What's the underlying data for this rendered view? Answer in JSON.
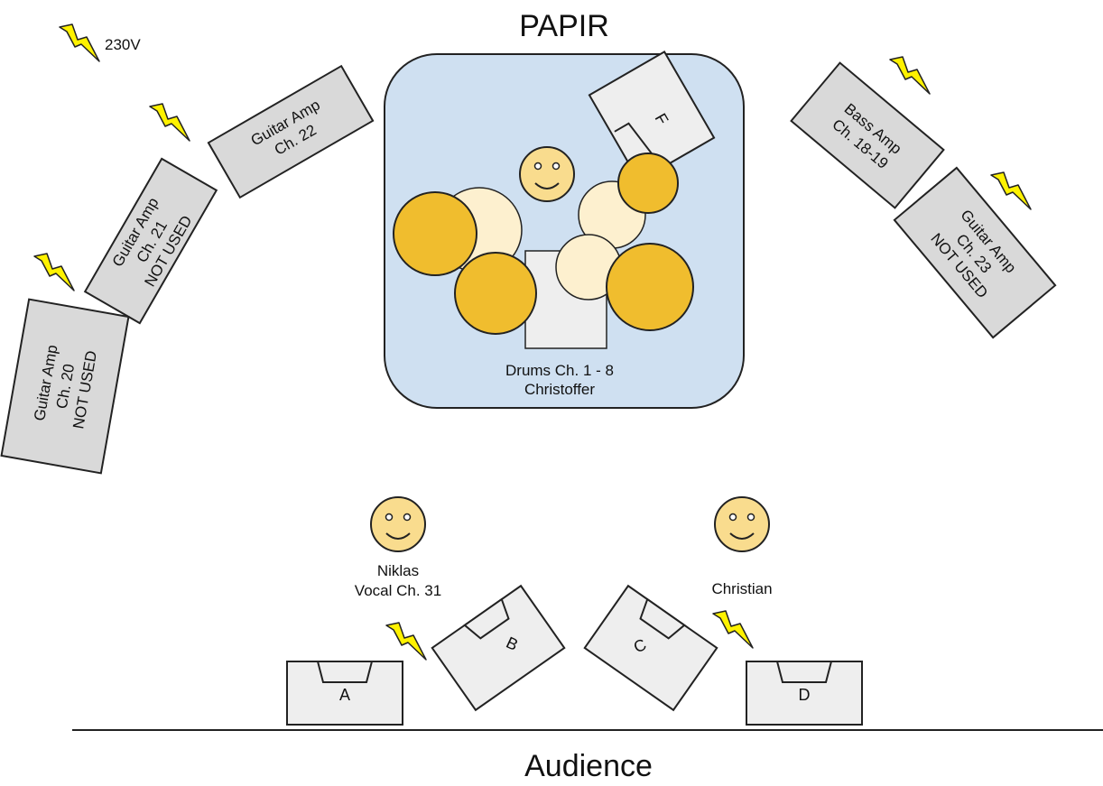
{
  "stage": {
    "title": "PAPIR",
    "audience": "Audience",
    "power": "230V"
  },
  "amps": {
    "guitar_22": [
      "Guitar Amp",
      "Ch. 22"
    ],
    "guitar_21": [
      "Guitar Amp",
      "Ch. 21",
      "NOT USED"
    ],
    "guitar_20": [
      "Guitar Amp",
      "Ch. 20",
      "NOT USED"
    ],
    "bass": [
      "Bass Amp",
      "Ch. 18-19"
    ],
    "guitar_23": [
      "Guitar Amp",
      "Ch. 23",
      "NOT USED"
    ]
  },
  "drums": {
    "label1": "Drums Ch. 1 - 8",
    "label2": "Christoffer",
    "monitor": "F"
  },
  "people": {
    "niklas_name": "Niklas",
    "niklas_role": "Vocal Ch. 31",
    "christian": "Christian"
  },
  "monitors": [
    "A",
    "B",
    "C",
    "D"
  ],
  "colors": {
    "riser": "#cfe0f1",
    "amp": "#d9d9d9",
    "monitor": "#eeeeee",
    "cymbal": "#f0bd2e",
    "drum": "#fdf0cf",
    "face": "#f9dc8e",
    "power": "#fff200"
  }
}
